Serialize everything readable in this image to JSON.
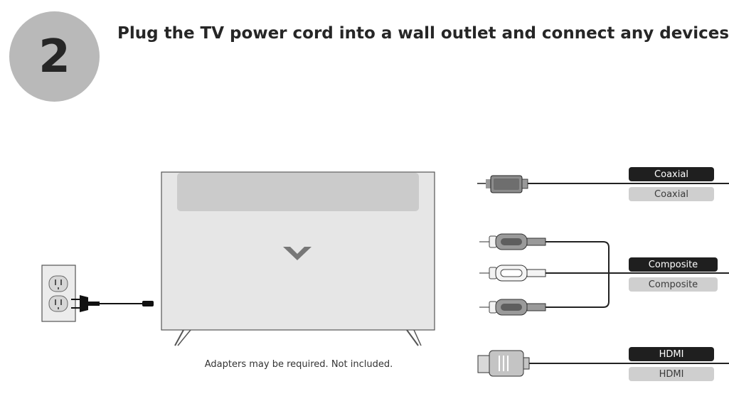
{
  "step": {
    "number": "2",
    "title": "Plug the TV power cord into a wall outlet and connect any devices."
  },
  "connectors": {
    "coaxial": {
      "label_top": "Coaxial",
      "label_bottom": "Coaxial"
    },
    "composite": {
      "label_top": "Composite",
      "label_bottom": "Composite"
    },
    "hdmi": {
      "label_top": "HDMI",
      "label_bottom": "HDMI"
    }
  },
  "note": "Adapters may be required. Not included.",
  "icons": [
    "wall-outlet-icon",
    "power-plug-icon",
    "tv-icon",
    "vizio-logo-icon",
    "coaxial-cable-icon",
    "composite-cable-icon",
    "hdmi-cable-icon"
  ],
  "colors": {
    "circle": "#b9b9b9",
    "tv_fill": "#e6e6e6",
    "label_dark": "#1f1f1f",
    "label_light": "#cfcfcf"
  }
}
